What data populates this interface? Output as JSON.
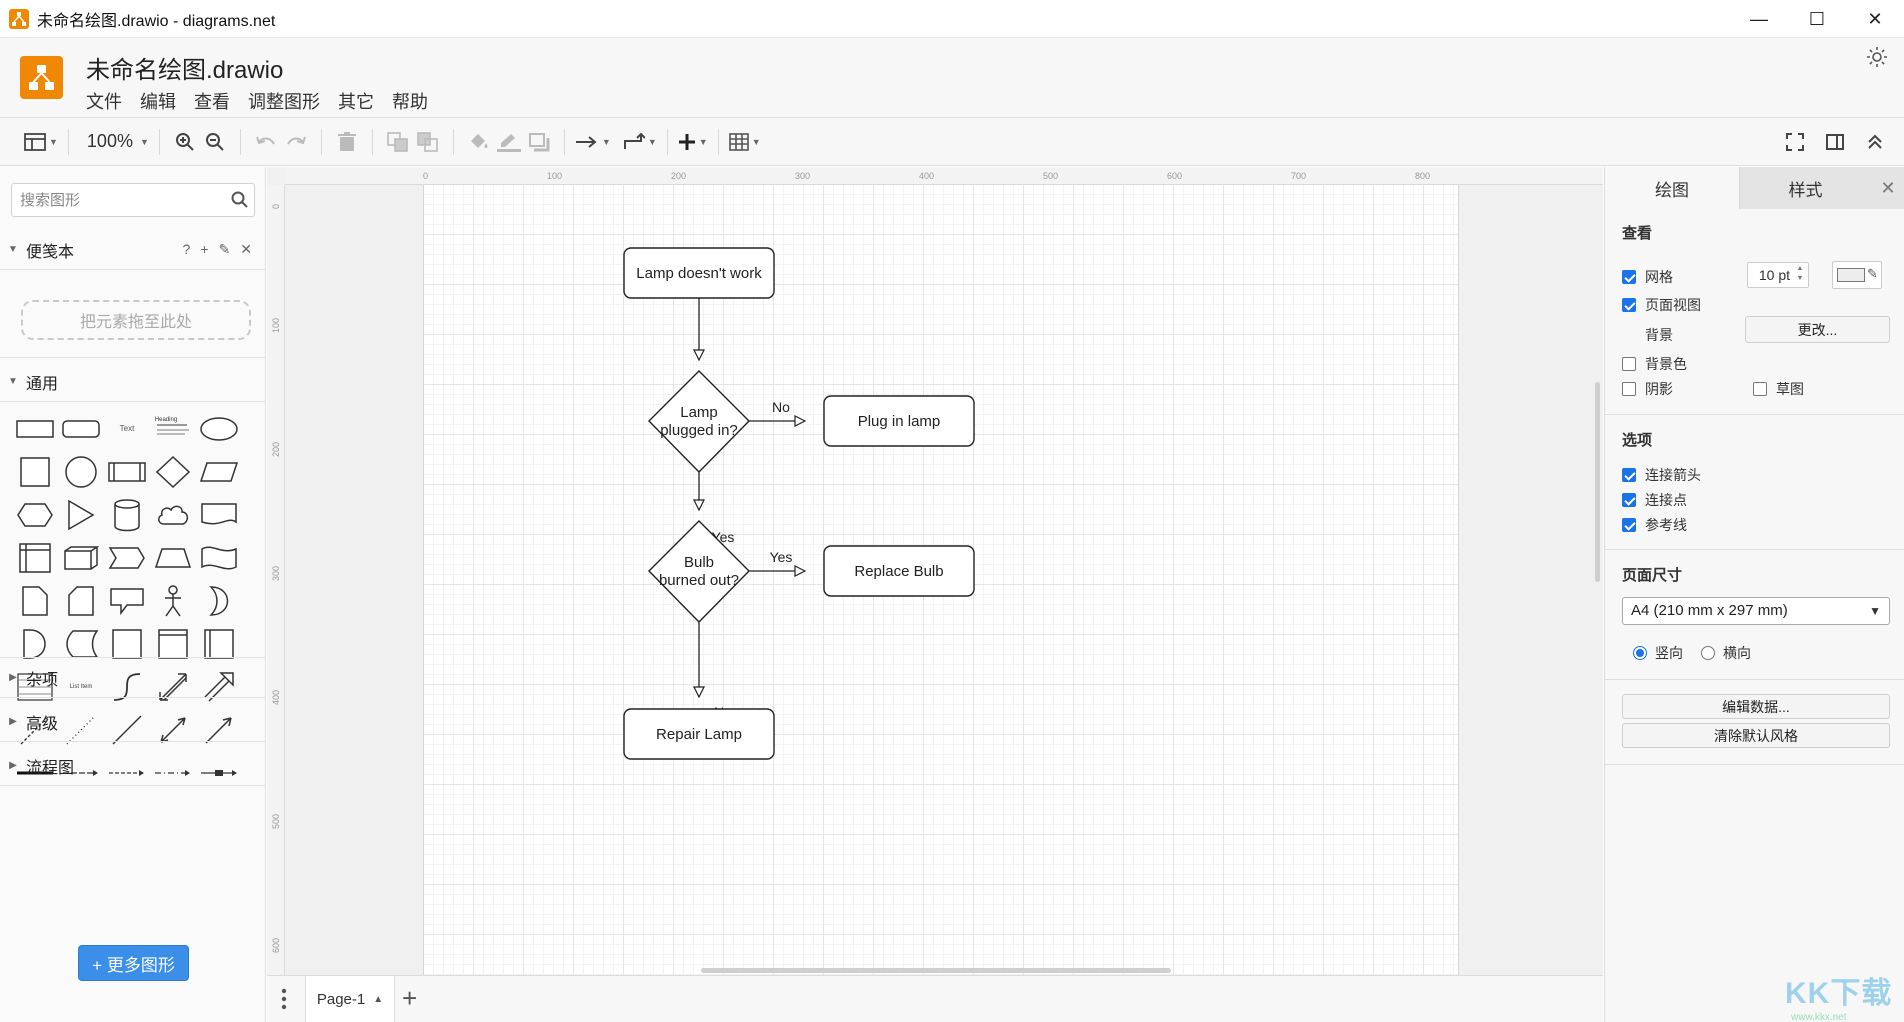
{
  "window": {
    "title": "未命名绘图.drawio - diagrams.net",
    "controls": [
      "—",
      "☐",
      "✕"
    ]
  },
  "header": {
    "doc_title": "未命名绘图.drawio",
    "menus": [
      "文件",
      "编辑",
      "查看",
      "调整图形",
      "其它",
      "帮助"
    ]
  },
  "toolbar": {
    "zoom": "100%"
  },
  "left_panel": {
    "search_placeholder": "搜索图形",
    "scratchpad": {
      "title": "便笺本",
      "tools": [
        "?",
        "+",
        "✎",
        "✕"
      ],
      "dropzone": "把元素拖至此处"
    },
    "general": {
      "title": "通用"
    },
    "shape_text_label": "Text",
    "shape_heading_label": "Heading",
    "shape_list_label": "List Item",
    "collapsed_sections": [
      "杂项",
      "高级",
      "流程图"
    ],
    "more_shapes": "+ 更多图形"
  },
  "rulers": {
    "top": [
      "0",
      "100",
      "200",
      "300",
      "400",
      "500",
      "600",
      "700",
      "800"
    ],
    "left": [
      "0",
      "100",
      "200",
      "300",
      "400",
      "500",
      "600"
    ]
  },
  "diagram": {
    "nodes": {
      "start": "Lamp doesn't work",
      "d1_line1": "Lamp",
      "d1_line2": "plugged in?",
      "plug": "Plug in lamp",
      "d2_line1": "Bulb",
      "d2_line2": "burned out?",
      "replace": "Replace Bulb",
      "repair": "Repair Lamp"
    },
    "edges": {
      "d1_no": "No",
      "d1_yes": "Yes",
      "d2_yes": "Yes",
      "d2_no": "No"
    }
  },
  "page_tabs": {
    "current": "Page-1",
    "add": "+"
  },
  "right_panel": {
    "tabs": [
      "绘图",
      "样式"
    ],
    "close": "✕",
    "view": {
      "title": "查看",
      "grid": {
        "label": "网格",
        "checked": true,
        "size": "10 pt"
      },
      "page_view": {
        "label": "页面视图",
        "checked": true
      },
      "background": {
        "label": "背景",
        "button": "更改..."
      },
      "background_color": {
        "label": "背景色",
        "checked": false
      },
      "shadow": {
        "label": "阴影",
        "checked": false
      },
      "sketch": {
        "label": "草图",
        "checked": false
      }
    },
    "options": {
      "title": "选项",
      "connection_arrows": {
        "label": "连接箭头",
        "checked": true
      },
      "connection_points": {
        "label": "连接点",
        "checked": true
      },
      "guides": {
        "label": "参考线",
        "checked": true
      }
    },
    "page_size": {
      "title": "页面尺寸",
      "selected": "A4 (210 mm x 297 mm)",
      "portrait": "竖向",
      "landscape": "横向",
      "orientation": "portrait"
    },
    "edit_data": "编辑数据...",
    "clear_default_style": "清除默认风格"
  },
  "watermark": {
    "main": "KK下载",
    "sub": "www.kkx.net"
  },
  "colors": {
    "accent": "#f08705",
    "primary_button": "#3b8fe9",
    "checkbox": "#1a73e8"
  }
}
